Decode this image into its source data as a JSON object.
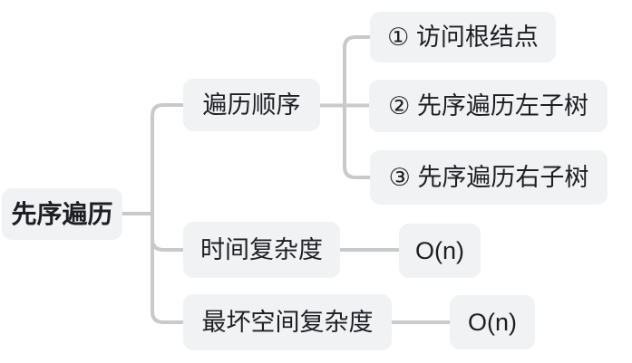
{
  "diagram": {
    "type": "mindmap",
    "root": {
      "label": "先序遍历"
    },
    "branches": [
      {
        "label": "遍历顺序",
        "children": [
          {
            "label": "① 访问根结点"
          },
          {
            "label": "② 先序遍历左子树"
          },
          {
            "label": "③ 先序遍历右子树"
          }
        ]
      },
      {
        "label": "时间复杂度",
        "children": [
          {
            "label": "O(n)"
          }
        ]
      },
      {
        "label": "最坏空间复杂度",
        "children": [
          {
            "label": "O(n)"
          }
        ]
      }
    ],
    "colors": {
      "node_fill": "#f1f2f4",
      "connector": "#c8c9cb",
      "text": "#1d1f23",
      "background": "#ffffff"
    }
  }
}
